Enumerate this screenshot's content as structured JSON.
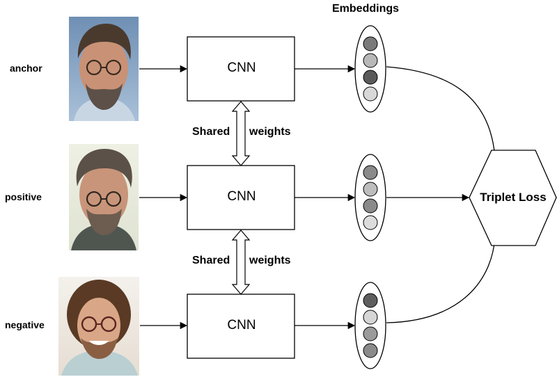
{
  "rows": {
    "anchor": {
      "label": "anchor",
      "cnn_label": "CNN",
      "photo_icon": "face-photo-icon",
      "embedding_colors": [
        "#7a7a7a",
        "#b8b8b8",
        "#5a5a5a",
        "#d8d8d8"
      ]
    },
    "positive": {
      "label": "positive",
      "cnn_label": "CNN",
      "photo_icon": "face-photo-icon",
      "embedding_colors": [
        "#8a8a8a",
        "#bdbdbd",
        "#8a8a8a",
        "#dcdcdc"
      ]
    },
    "negative": {
      "label": "negative",
      "cnn_label": "CNN",
      "photo_icon": "face-photo-icon",
      "embedding_colors": [
        "#5e5e5e",
        "#d6d6d6",
        "#9a9a9a",
        "#8a8a8a"
      ]
    }
  },
  "shared_weights": {
    "left": "Shared",
    "right": "weights"
  },
  "embeddings_title": "Embeddings",
  "loss_label": "Triplet Loss"
}
